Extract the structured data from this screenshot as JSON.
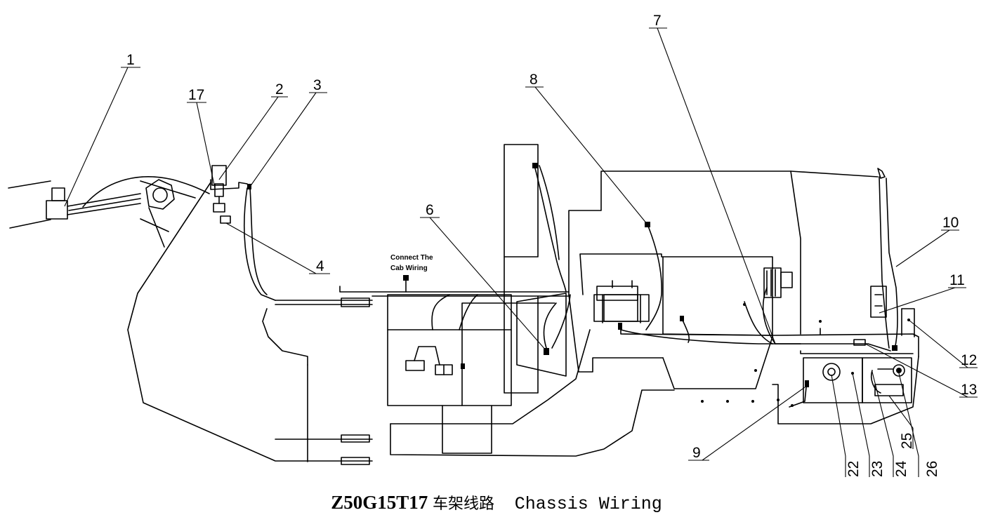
{
  "caption": {
    "code": "Z50G15T17",
    "chinese": "车架线路",
    "english": "Chassis Wiring"
  },
  "annotation": {
    "line1": "Connect The",
    "line2": "Cab Wiring"
  },
  "callouts": {
    "c1": "1",
    "c2": "2",
    "c3": "3",
    "c4": "4",
    "c6": "6",
    "c7": "7",
    "c8": "8",
    "c9": "9",
    "c10": "10",
    "c11": "11",
    "c12": "12",
    "c13": "13",
    "c17": "17",
    "c22": "22",
    "c23": "23",
    "c24": "24",
    "c25": "25",
    "c26": "26"
  }
}
